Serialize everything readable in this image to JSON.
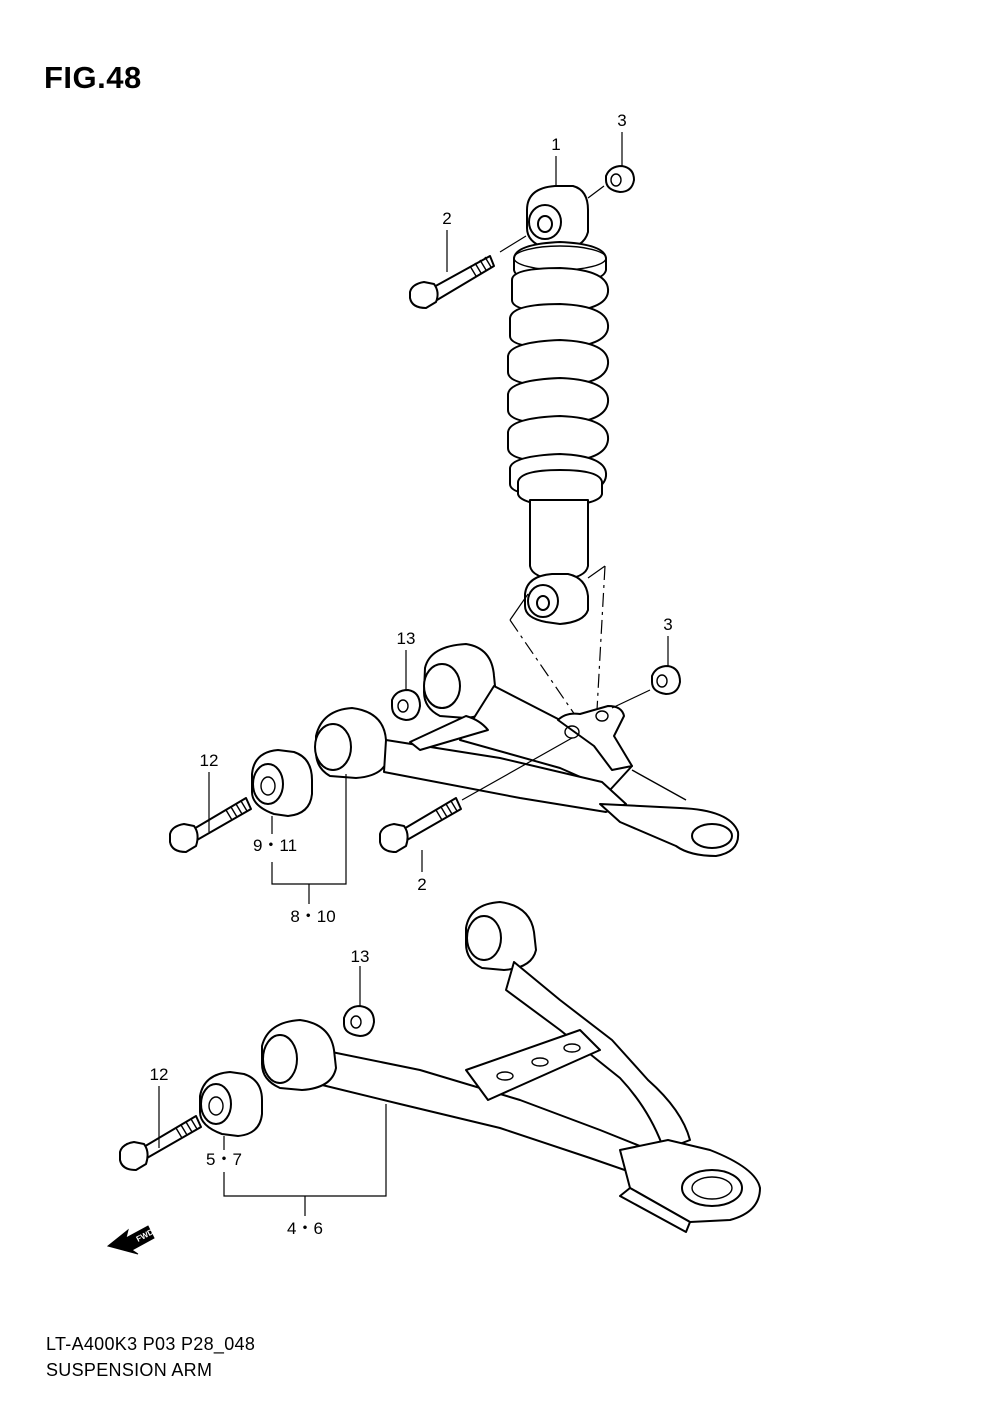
{
  "figure": {
    "title": "FIG.48"
  },
  "footer": {
    "model_code": "LT-A400K3 P03 P28_048",
    "section_name": "SUSPENSION ARM"
  },
  "callouts": {
    "shock_absorber": "1",
    "bolt_shock_top": "2",
    "nut_shock_top": "3",
    "nut_upper_arm": "3",
    "nut_upper_bushing": "13",
    "bolt_upper_arm_pivot": "12",
    "upper_bushing_set": "9・11",
    "bolt_shock_bottom": "2",
    "upper_arm_set": "8・10",
    "nut_lower_bushing": "13",
    "bolt_lower_arm_pivot": "12",
    "lower_bushing_set": "5・7",
    "lower_arm_set": "4・6"
  },
  "direction_marker": {
    "label": "FWD",
    "icon": "forward-arrow-icon"
  }
}
